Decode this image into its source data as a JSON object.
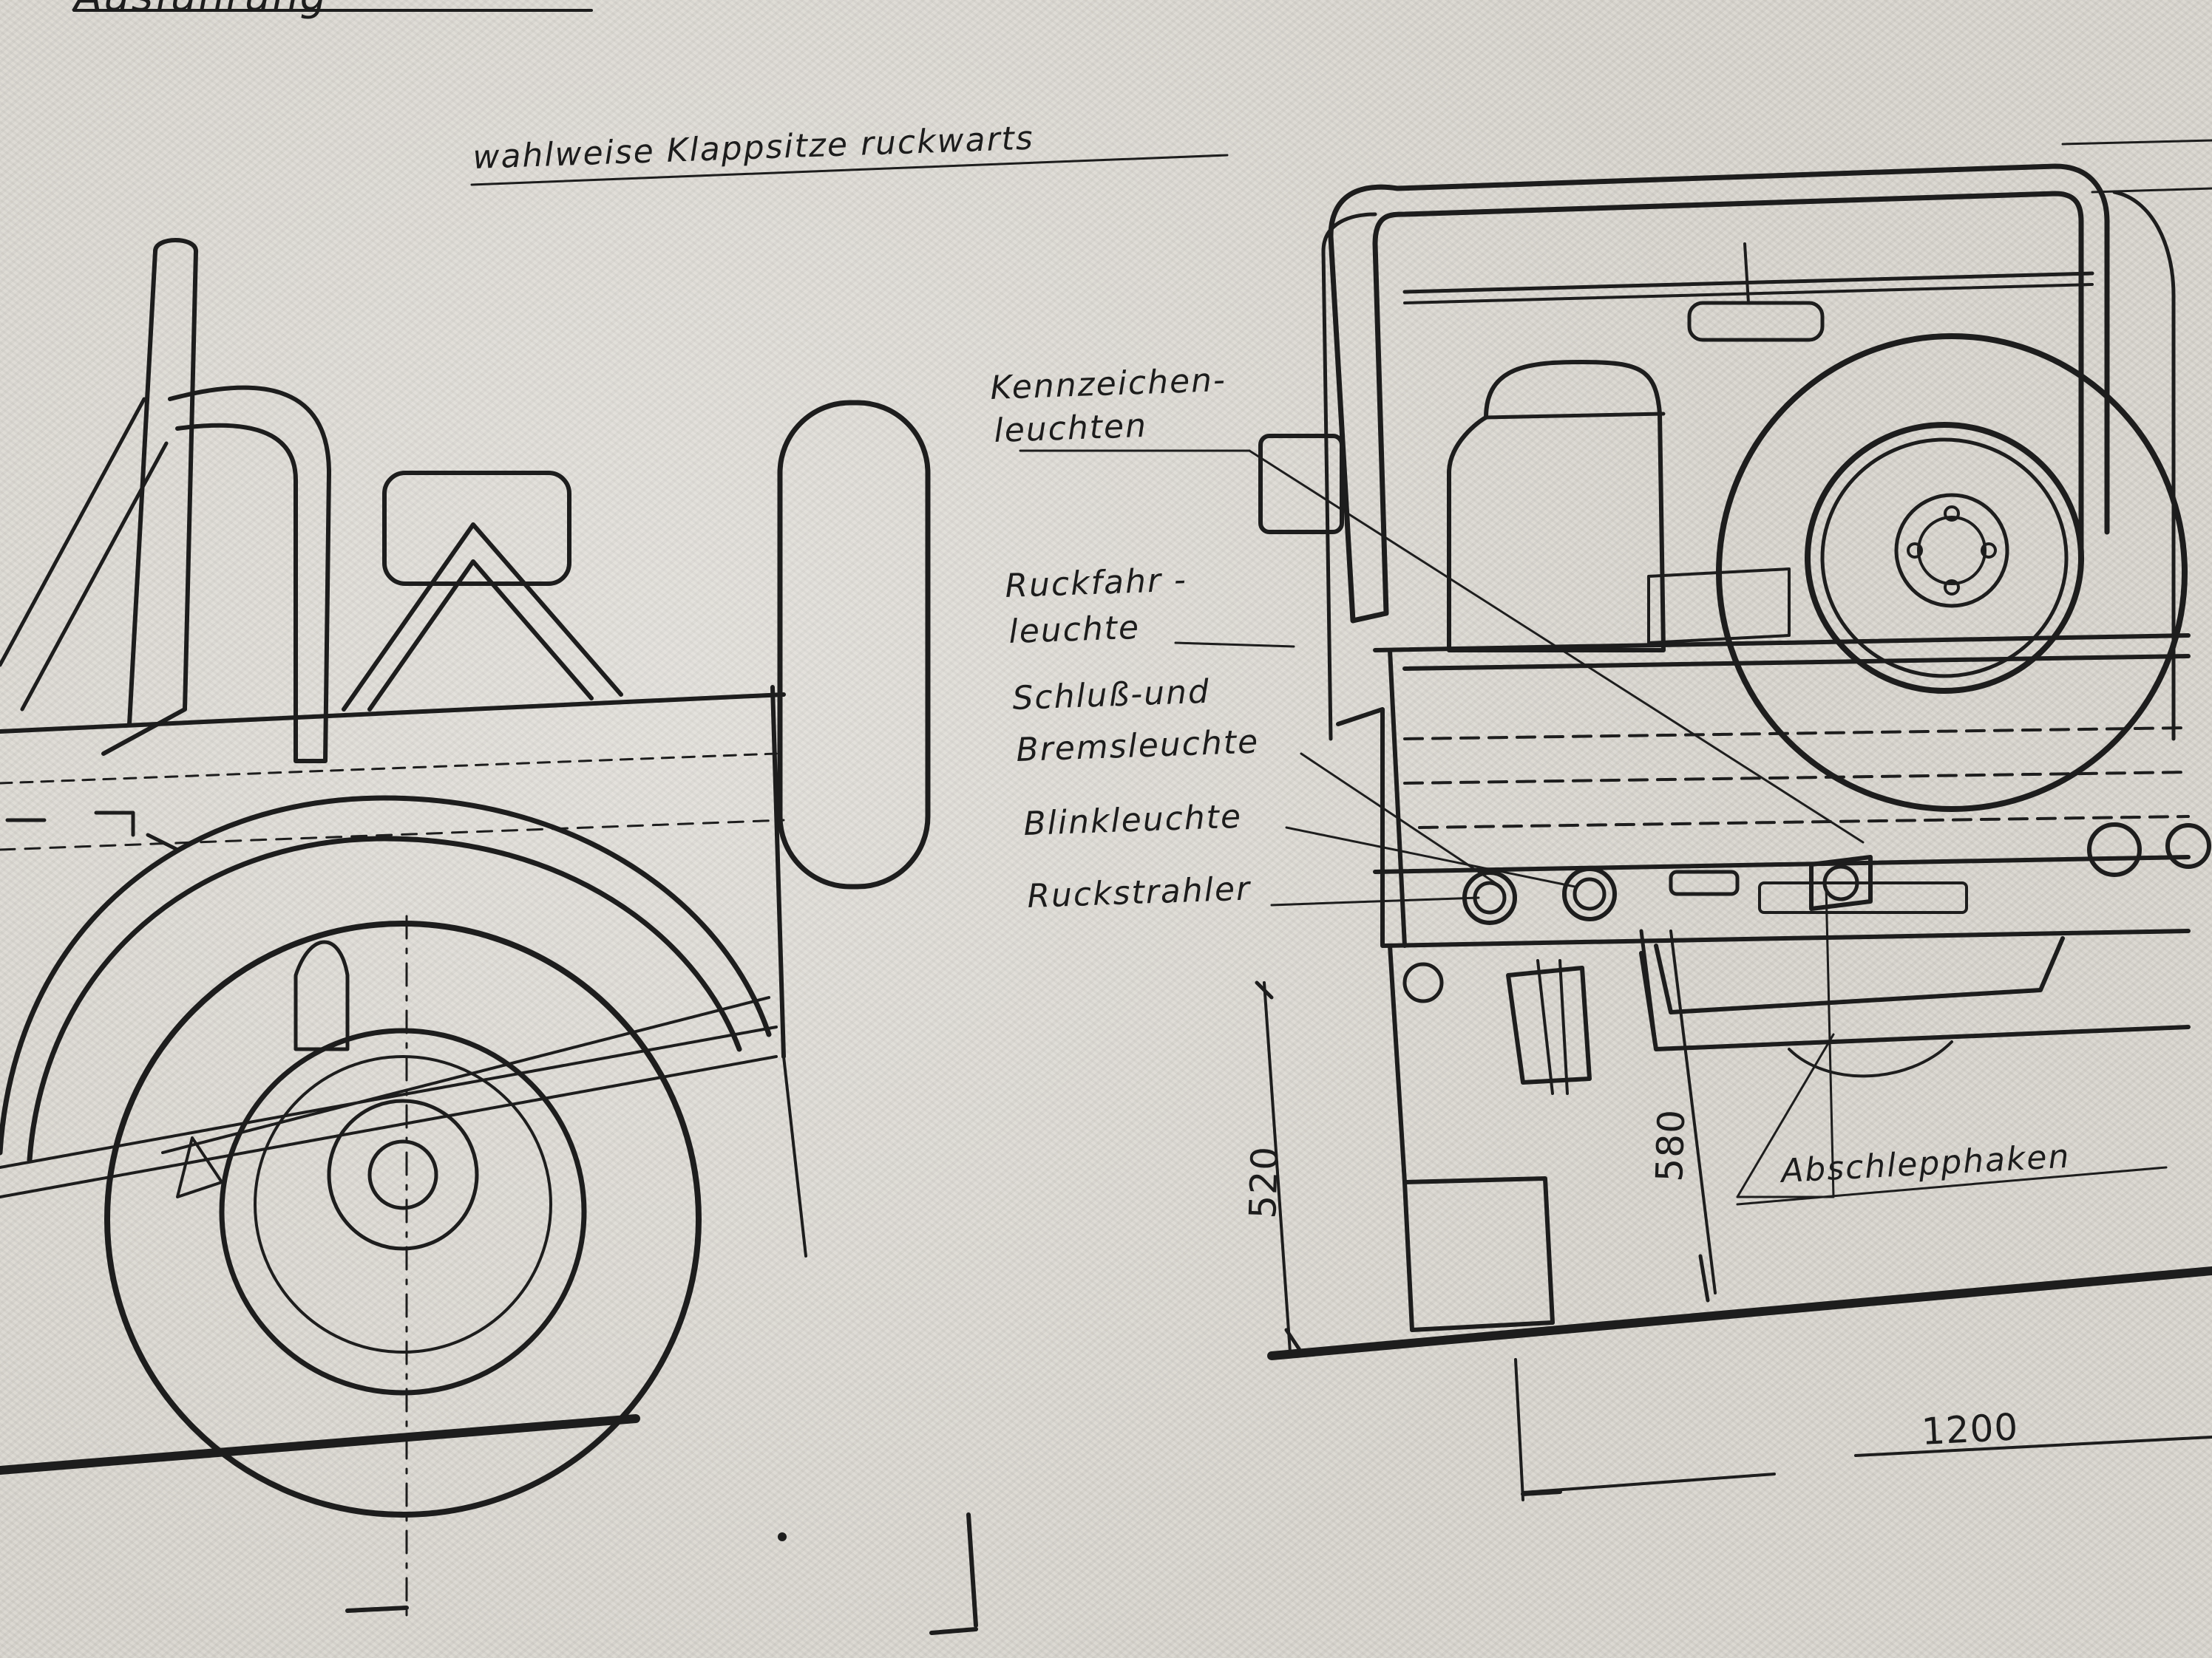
{
  "header_fragment": "Ausführung",
  "option_note": "wahlweise Klappsitze ruckwarts",
  "labels": {
    "license_plate_lights": [
      "Kennzeichen-",
      "leuchten"
    ],
    "reverse_light": [
      "Ruckfahr -",
      "leuchte"
    ],
    "tail_brake_light": [
      "Schluß-und",
      "Bremsleuchte"
    ],
    "turn_signal": "Blinkleuchte",
    "reflector": "Ruckstrahler",
    "tow_hook": "Abschlepphaken"
  },
  "dimensions": {
    "height_520": "520",
    "height_580": "580",
    "width_1200": "1200"
  }
}
